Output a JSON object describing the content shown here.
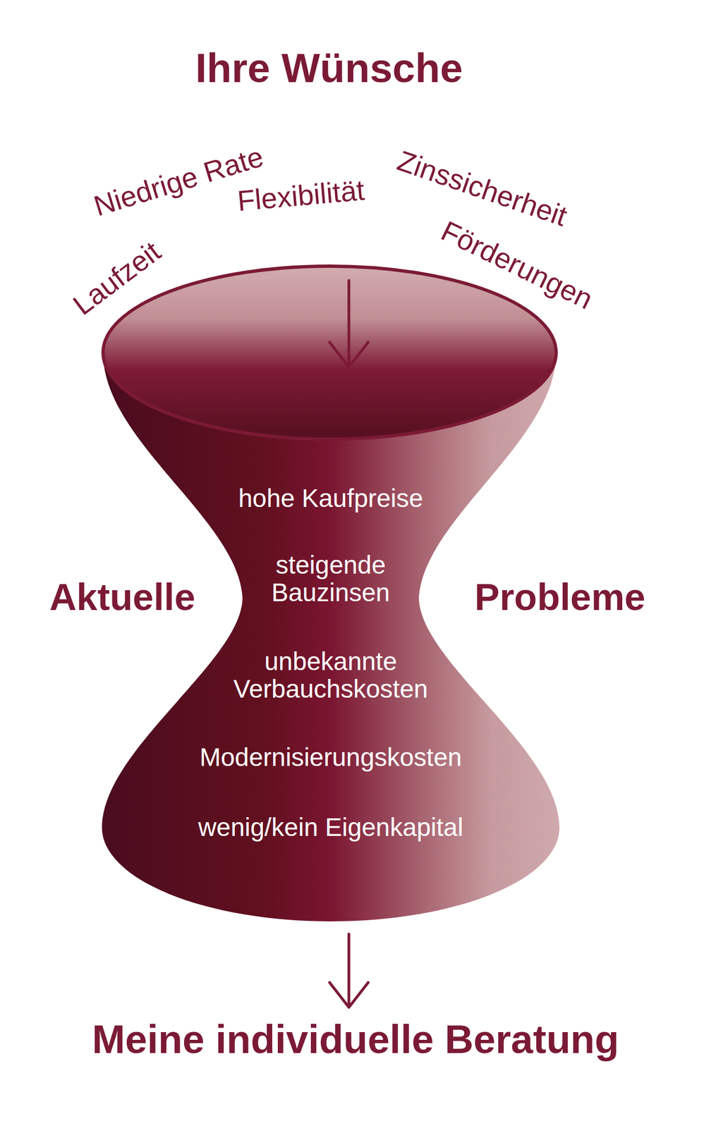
{
  "diagram": {
    "title": "Ihre Wünsche",
    "caption": "Meine individuelle Beratung",
    "nodes": [
      {
        "text": [
          "hohe Kaufpreise",
          "steigende Bauzinsen",
          "unbekannte Verbauchskosten",
          "Modernisierungskosten",
          "wenig/kein Eigenkapital"
        ]
      }
    ],
    "labels": [
      "Niedrige Rate",
      "Flexibilität",
      "Zinssicherheit",
      "Laufzeit",
      "Förderungen",
      "Aktuelle",
      "Probleme"
    ]
  }
}
